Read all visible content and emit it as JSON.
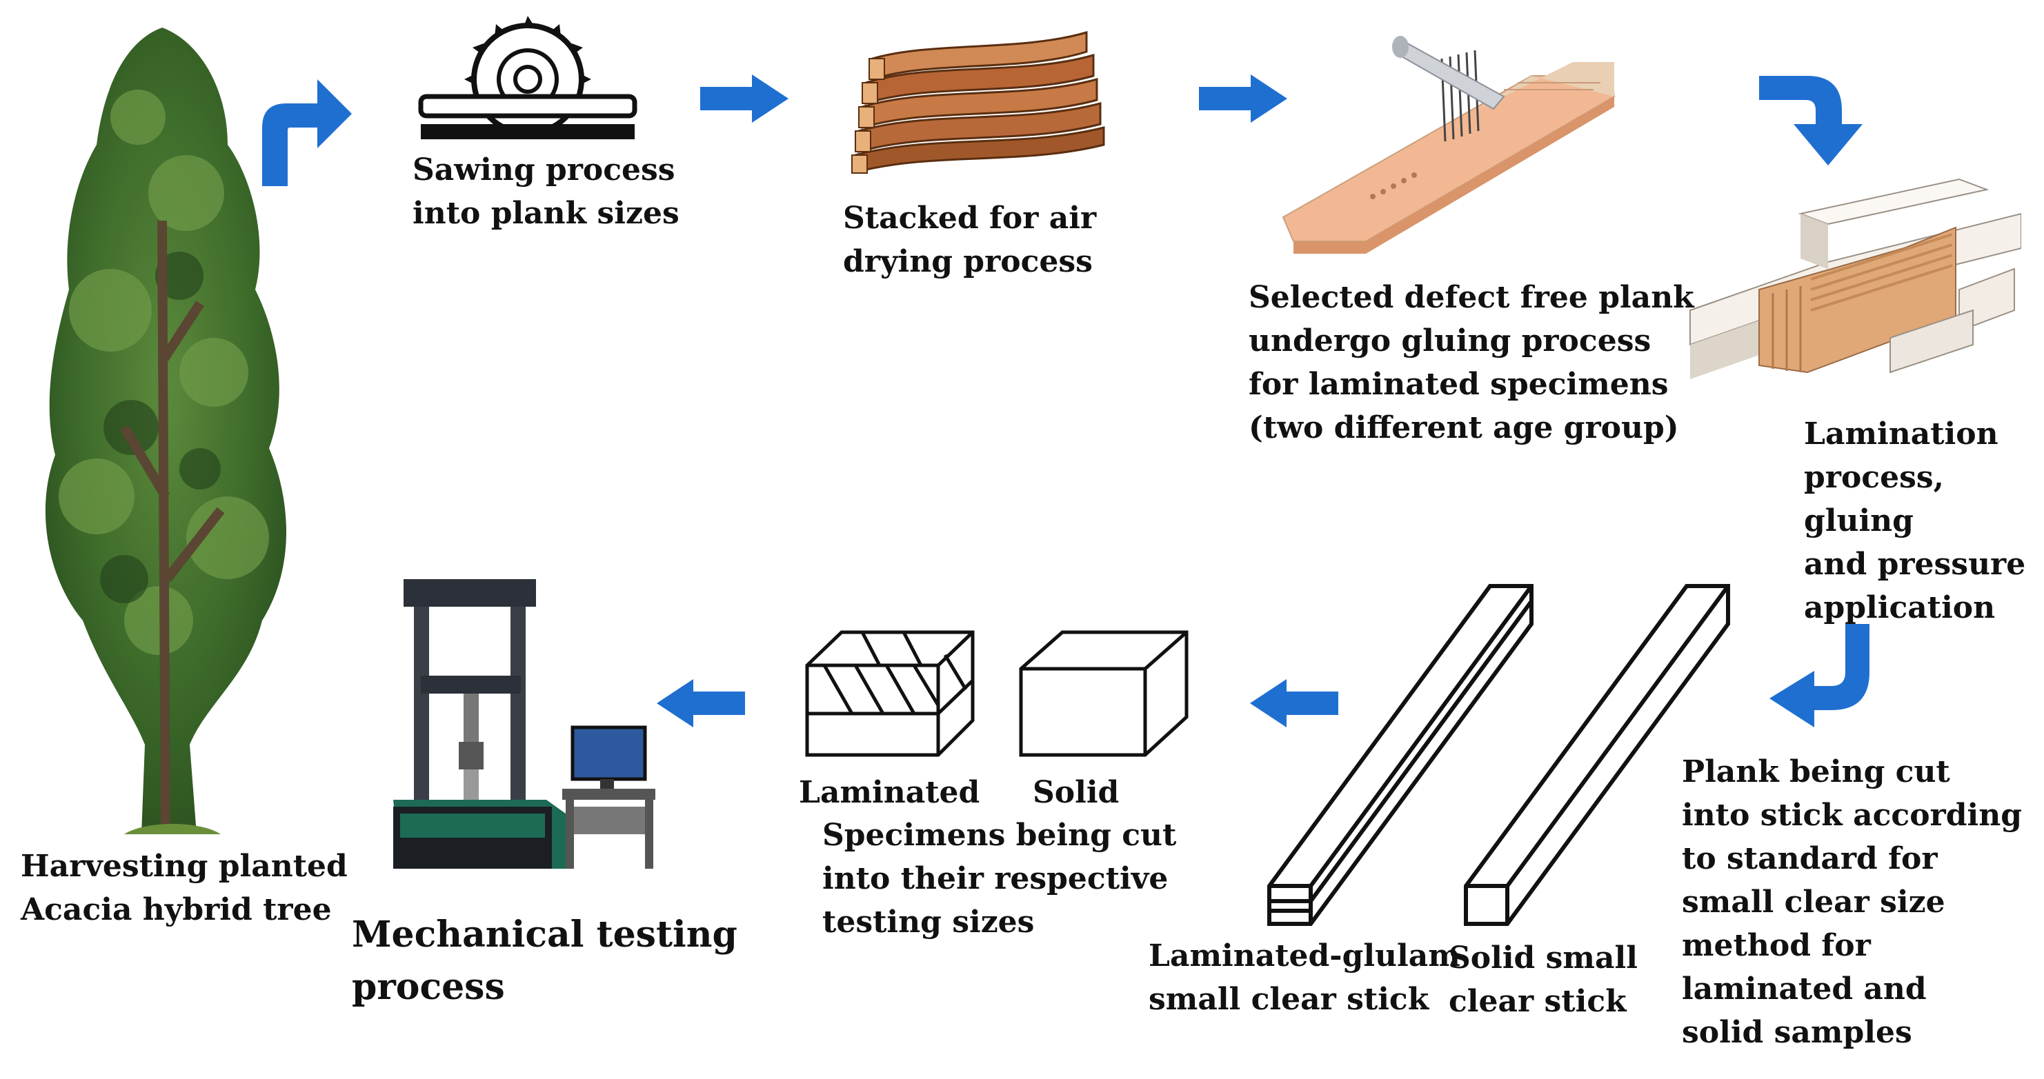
{
  "diagram": {
    "steps": [
      {
        "id": "harvest",
        "label": "Harvesting planted\nAcacia hybrid tree"
      },
      {
        "id": "sawing",
        "label": "Sawing process\ninto plank sizes"
      },
      {
        "id": "drying",
        "label": "Stacked for air\ndrying process"
      },
      {
        "id": "gluing",
        "label": "Selected defect free plank\nundergo gluing process\nfor laminated specimens\n(two different age group)"
      },
      {
        "id": "lamination",
        "label": "Lamination\nprocess, gluing\nand pressure\napplication"
      },
      {
        "id": "cutting",
        "label": "Plank being cut\ninto stick according\nto standard for\nsmall clear size\nmethod for\nlaminated and\nsolid samples"
      },
      {
        "id": "laminated-stick",
        "label": "Laminated-glulam\nsmall clear stick"
      },
      {
        "id": "solid-stick",
        "label": "Solid small\nclear stick"
      },
      {
        "id": "laminated-specimen",
        "label": "Laminated"
      },
      {
        "id": "solid-specimen",
        "label": "Solid"
      },
      {
        "id": "specimen-cutting",
        "label": "Specimens being cut\ninto their respective\ntesting sizes"
      },
      {
        "id": "testing",
        "label": "Mechanical testing\nprocess"
      }
    ],
    "arrow_color": "#1f6fd1"
  }
}
